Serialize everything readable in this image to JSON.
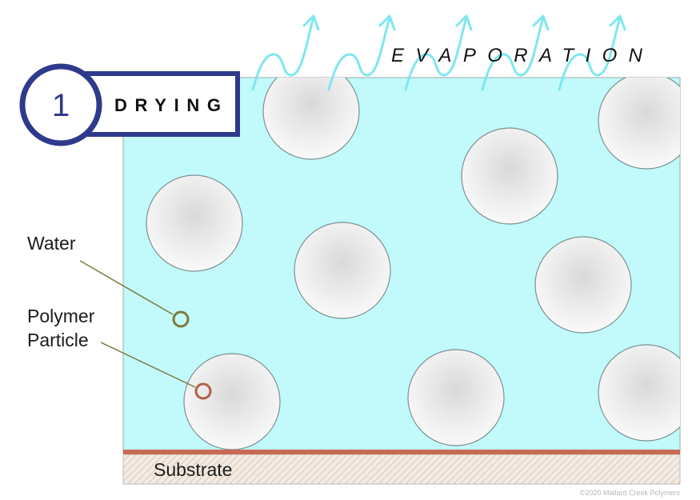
{
  "step": {
    "number": "1",
    "title": "DRYING",
    "color": "#2e3a8c"
  },
  "evaporation_label": "EVAPORATION",
  "labels": {
    "water": "Water",
    "polymer_line1": "Polymer",
    "polymer_line2": "Particle",
    "substrate": "Substrate"
  },
  "copyright": "©2020 Mallard Creek Polymers",
  "colors": {
    "water": "#c2fafb",
    "arrow": "#7ee7f0",
    "substrate_line": "#c96a55",
    "particle_edge": "#7d8f8f",
    "water_marker": "#7b7a3a",
    "particle_marker": "#b0604a"
  }
}
